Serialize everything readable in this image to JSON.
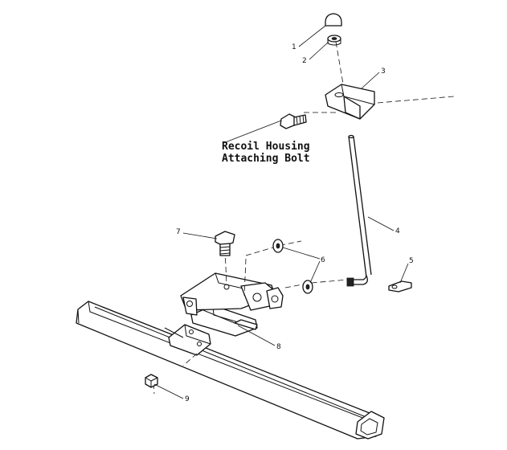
{
  "caption": {
    "line1": "Recoil Housing",
    "line2": "Attaching Bolt"
  },
  "callouts": {
    "c1": "1",
    "c2": "2",
    "c3": "3",
    "c4": "4",
    "c5": "5",
    "c6": "6",
    "c7": "7",
    "c8": "8",
    "c9": "9"
  },
  "colors": {
    "line": "#111111",
    "background": "#ffffff"
  }
}
